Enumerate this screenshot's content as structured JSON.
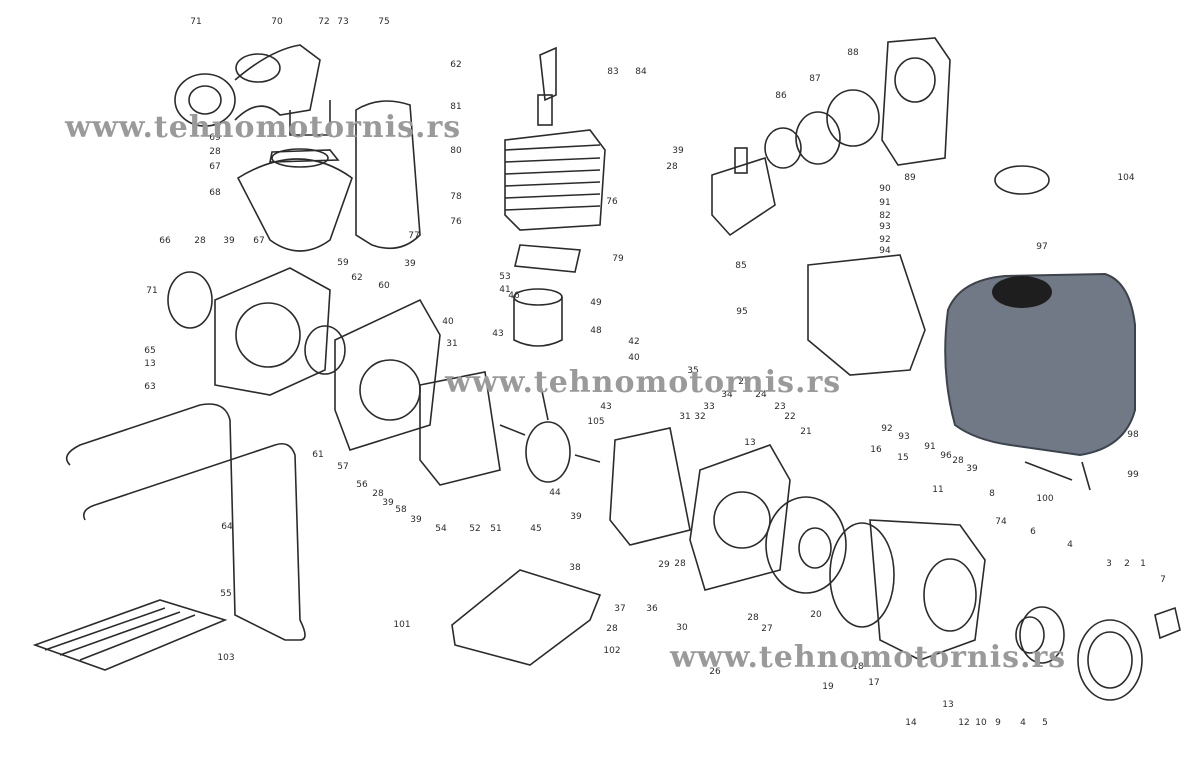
{
  "watermark": "www.tehnomotornis.rs",
  "colors": {
    "ink": "#2b2b2b",
    "paper": "#ffffff",
    "tank": "#707985",
    "tank_dark": "#3c434c",
    "cap": "#1e1e1e",
    "watermark": "#9a9a9a"
  },
  "part_numbers": [
    "1",
    "2",
    "3",
    "4",
    "5",
    "6",
    "7",
    "8",
    "9",
    "10",
    "11",
    "12",
    "13",
    "14",
    "15",
    "16",
    "17",
    "18",
    "19",
    "20",
    "21",
    "22",
    "23",
    "24",
    "25",
    "26",
    "27",
    "28",
    "29",
    "30",
    "31",
    "32",
    "33",
    "34",
    "35",
    "36",
    "37",
    "38",
    "39",
    "40",
    "41",
    "42",
    "43",
    "44",
    "45",
    "46",
    "48",
    "49",
    "51",
    "52",
    "53",
    "54",
    "55",
    "56",
    "57",
    "58",
    "59",
    "60",
    "61",
    "62",
    "63",
    "64",
    "65",
    "66",
    "67",
    "68",
    "69",
    "70",
    "71",
    "72",
    "73",
    "74",
    "75",
    "76",
    "77",
    "78",
    "79",
    "80",
    "81",
    "82",
    "83",
    "84",
    "85",
    "86",
    "87",
    "88",
    "89",
    "90",
    "91",
    "92",
    "93",
    "94",
    "95",
    "96",
    "97",
    "98",
    "99",
    "100",
    "101",
    "102",
    "103",
    "104",
    "105"
  ]
}
